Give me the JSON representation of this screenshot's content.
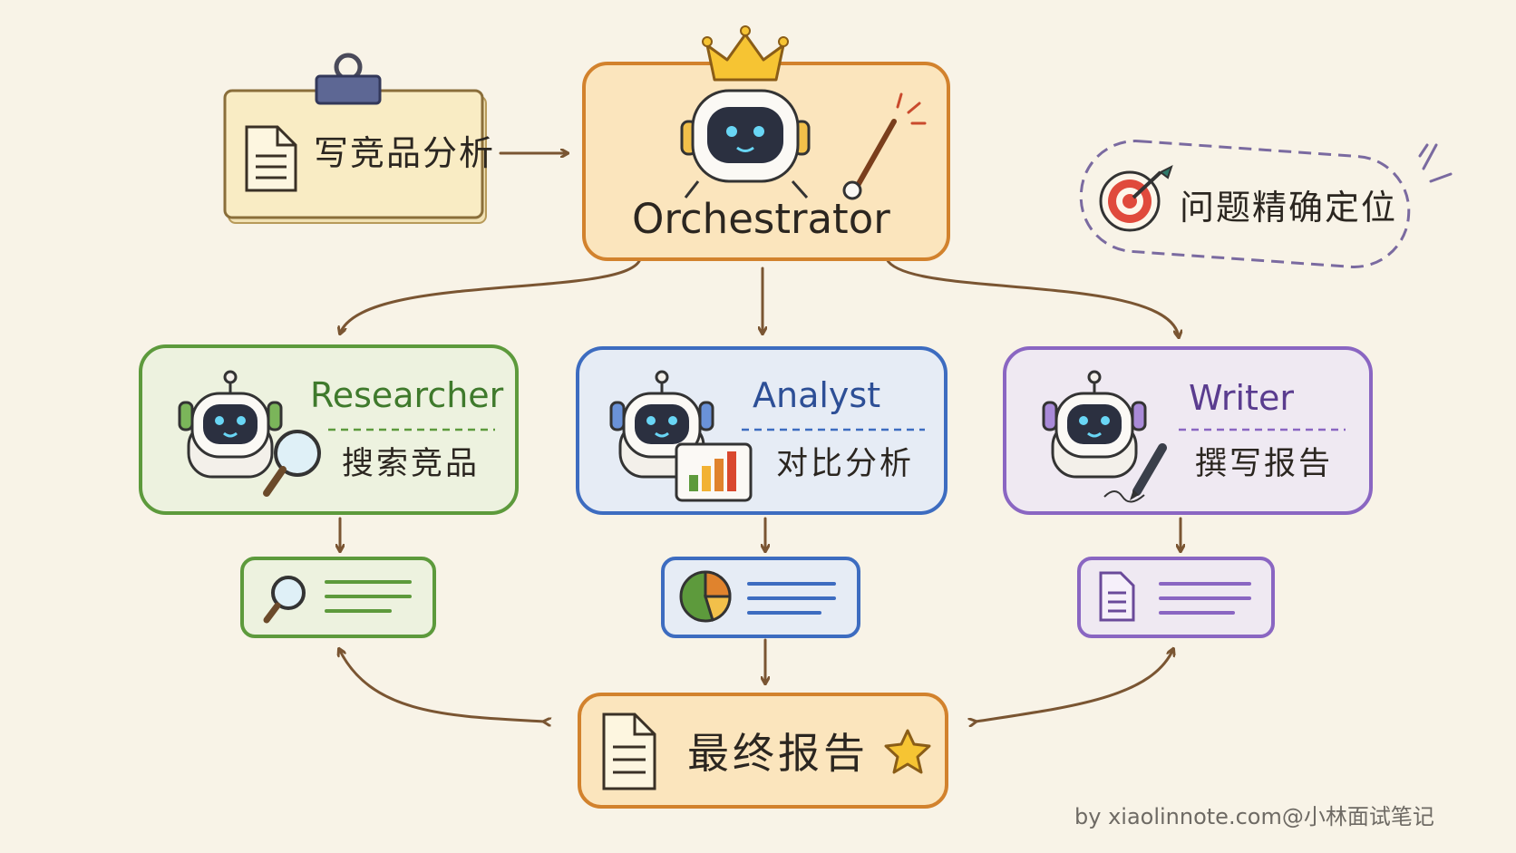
{
  "input_task": {
    "label": "写竞品分析"
  },
  "orchestrator": {
    "label": "Orchestrator"
  },
  "side_note": {
    "label": "问题精确定位"
  },
  "agents": [
    {
      "role": "Researcher",
      "task": "搜索竞品",
      "color": "#5d9a3c"
    },
    {
      "role": "Analyst",
      "task": "对比分析",
      "color": "#3d6cc0"
    },
    {
      "role": "Writer",
      "task": "撰写报告",
      "color": "#8a66c2"
    }
  ],
  "final_output": {
    "label": "最终报告"
  },
  "credit": {
    "text": "by xiaolinnote.com@小林面试笔记"
  }
}
